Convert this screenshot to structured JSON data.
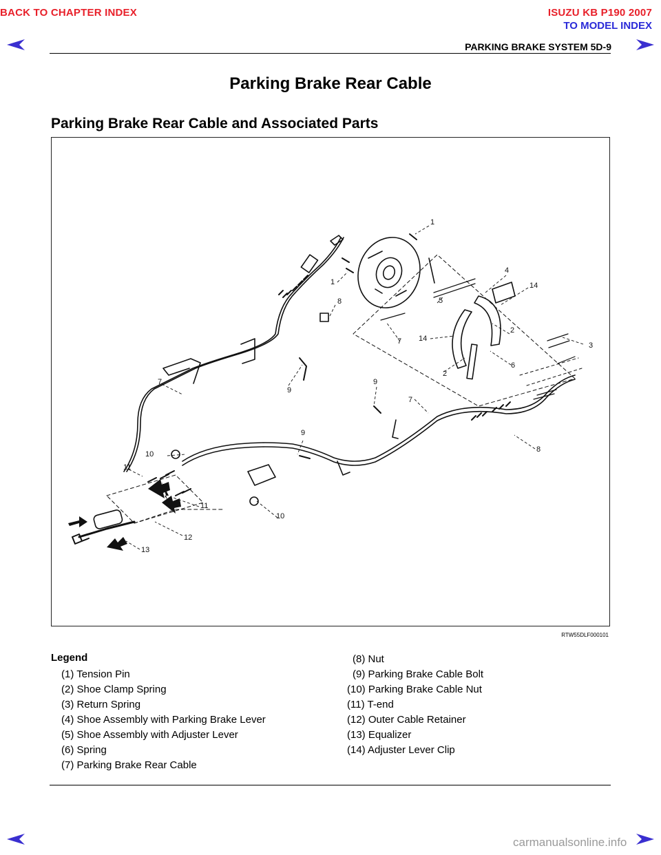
{
  "header": {
    "back_link": "BACK TO CHAPTER INDEX",
    "model_title": "ISUZU KB P190 2007",
    "model_link": "TO MODEL INDEX",
    "running_head": "PARKING BRAKE SYSTEM  5D-9"
  },
  "page": {
    "title": "Parking Brake Rear Cable",
    "subtitle": "Parking Brake Rear Cable and Associated Parts"
  },
  "figure": {
    "id": "RTW55DLF000101",
    "callouts": [
      "1",
      "1",
      "8",
      "4",
      "14",
      "5",
      "2",
      "7",
      "14",
      "3",
      "6",
      "2",
      "9",
      "9",
      "7",
      "7",
      "10",
      "8",
      "9",
      "11",
      "11",
      "10",
      "12",
      "13"
    ]
  },
  "legend": {
    "heading": "Legend",
    "left": [
      "(1) Tension Pin",
      "(2) Shoe Clamp Spring",
      "(3) Return Spring",
      "(4) Shoe Assembly with Parking Brake Lever",
      "(5) Shoe Assembly with Adjuster Lever",
      "(6) Spring",
      "(7) Parking Brake Rear Cable"
    ],
    "right": [
      "(8) Nut",
      "(9) Parking Brake Cable Bolt",
      "(10) Parking Brake Cable Nut",
      "(11) T-end",
      "(12) Outer Cable Retainer",
      "(13) Equalizer",
      "(14) Adjuster Lever Clip"
    ]
  },
  "footer": {
    "watermark": "carmanualsonline.info"
  },
  "icons": {
    "nav_arrow_color": "#3a2fd0",
    "prev": "arrow-left-icon",
    "next": "arrow-right-icon"
  }
}
